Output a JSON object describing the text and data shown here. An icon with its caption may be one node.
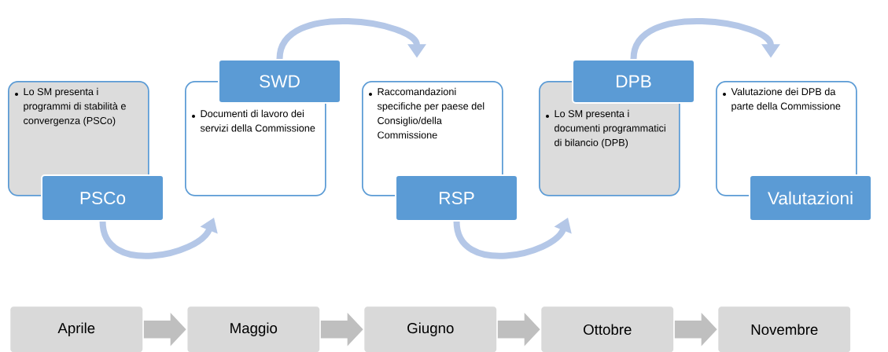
{
  "diagram": {
    "nodes": [
      {
        "text": [
          "Lo SM presenta i programmi di stabilità e convergenza (PSCo)"
        ]
      },
      {
        "text": [
          "PSCo"
        ]
      },
      {
        "text": [
          "SWD"
        ]
      },
      {
        "text": [
          "Documenti di lavoro dei servizi della Commissione"
        ]
      },
      {
        "text": [
          "Raccomandazioni specifiche per paese del Consiglio/della Commissione"
        ]
      },
      {
        "text": [
          "RSP"
        ]
      },
      {
        "text": [
          "DPB"
        ]
      },
      {
        "text": [
          "Lo SM presenta i documenti programmatici di bilancio (DPB)"
        ]
      },
      {
        "text": [
          "Valutazione dei DPB da parte della Commissione"
        ]
      },
      {
        "text": [
          "Valutazioni"
        ]
      },
      {
        "text": [
          "Aprile"
        ]
      },
      {
        "text": [
          "Maggio"
        ]
      },
      {
        "text": [
          "Giugno"
        ]
      },
      {
        "text": [
          "Ottobre"
        ]
      },
      {
        "text": [
          "Novembre"
        ]
      }
    ],
    "edges": [
      {
        "from": 1,
        "to": 3,
        "arrow": "to",
        "color": "#b4c7e7"
      },
      {
        "from": 2,
        "to": 4,
        "arrow": "to",
        "color": "#b4c7e7"
      },
      {
        "from": 5,
        "to": 7,
        "arrow": "to",
        "color": "#b4c7e7"
      },
      {
        "from": 6,
        "to": 8,
        "arrow": "to",
        "color": "#b4c7e7"
      },
      {
        "from": 10,
        "to": 11,
        "arrow": "to",
        "color": "#bfbfbf",
        "style": "thick"
      },
      {
        "from": 11,
        "to": 12,
        "arrow": "to",
        "color": "#bfbfbf",
        "style": "thick"
      },
      {
        "from": 12,
        "to": 13,
        "arrow": "to",
        "color": "#bfbfbf",
        "style": "thick"
      },
      {
        "from": 13,
        "to": 14,
        "arrow": "to",
        "color": "#bfbfbf",
        "style": "thick"
      }
    ]
  }
}
